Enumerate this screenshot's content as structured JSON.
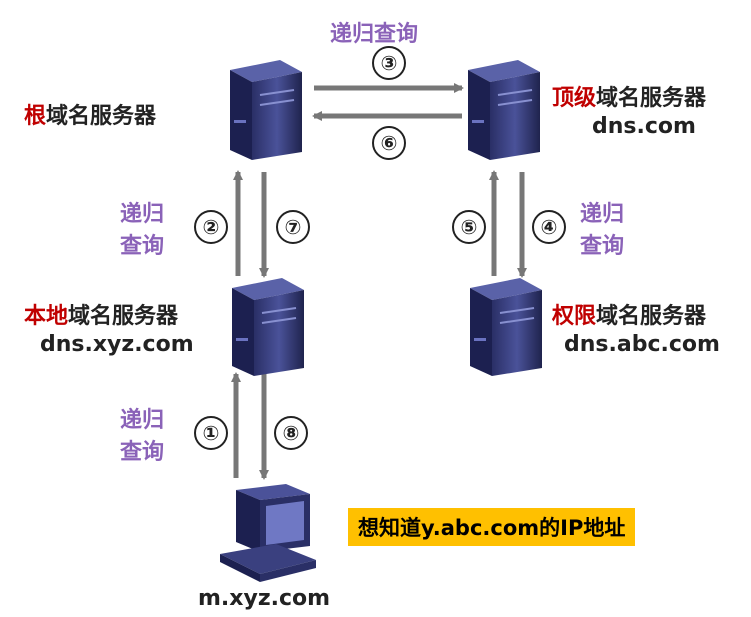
{
  "top_label": "递归查询",
  "nodes": {
    "root": {
      "highlight": "根",
      "rest": "域名服务器"
    },
    "tld": {
      "highlight": "顶级",
      "rest": "域名服务器",
      "host": "dns.com"
    },
    "local": {
      "highlight": "本地",
      "rest": "域名服务器",
      "host": "dns.xyz.com"
    },
    "auth": {
      "highlight": "权限",
      "rest": "域名服务器",
      "host": "dns.abc.com"
    },
    "client": {
      "host": "m.xyz.com"
    }
  },
  "side_labels": {
    "left_upper": [
      "递归",
      "查询"
    ],
    "right_upper": [
      "递归",
      "查询"
    ],
    "left_lower": [
      "递归",
      "查询"
    ]
  },
  "steps": [
    "①",
    "②",
    "③",
    "④",
    "⑤",
    "⑥",
    "⑦",
    "⑧"
  ],
  "note": "想知道y.abc.com的IP地址",
  "colors": {
    "highlight": "#c00000",
    "label": "#8a62b8",
    "arrow": "#777777",
    "note_bg": "#ffc000"
  }
}
